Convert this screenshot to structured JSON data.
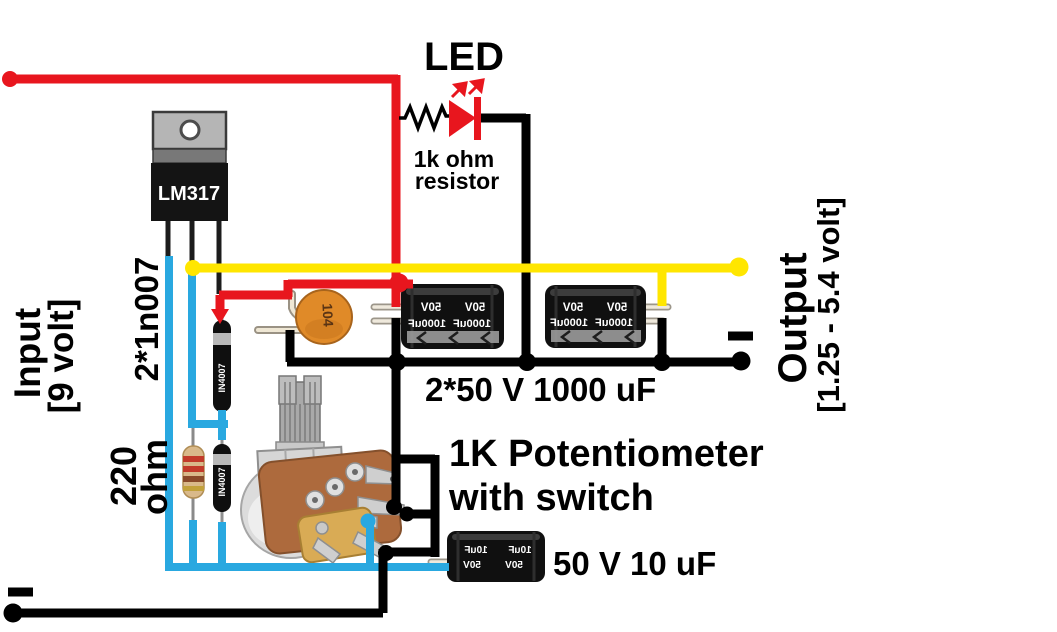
{
  "diagram_type": "LM317 adjustable voltage regulator circuit",
  "colors": {
    "wire_positive_red": "#e8161e",
    "wire_output_yellow": "#ffe600",
    "wire_adjust_blue": "#29a8e0",
    "wire_ground_black": "#000000",
    "ceramic_cap_orange": "#e08a28",
    "pot_body_brown": "#ad6a3d",
    "label_text": "#000000"
  },
  "labels": {
    "led": "LED",
    "led_resistor_1": "1k ohm",
    "led_resistor_2": "resistor",
    "regulator": "LM317",
    "input_1": "Input",
    "input_2": "[9 volt]",
    "diodes": "2*1n007",
    "diode_marking": "IN4007",
    "r220_1": "220",
    "r220_2": "ohm",
    "filter_caps": "2*50 V 1000 uF",
    "cap_print_v": "50V",
    "cap_print_uf": "1000uF",
    "ceramic_marking": "104",
    "pot_1": "1K Potentiometer",
    "pot_2": "with switch",
    "small_cap": "50 V 10 uF",
    "small_cap_print_v": "50V",
    "small_cap_print_uf": "10uF",
    "output_1": "Output",
    "output_2": "[1.25 - 5.4 volt]"
  }
}
